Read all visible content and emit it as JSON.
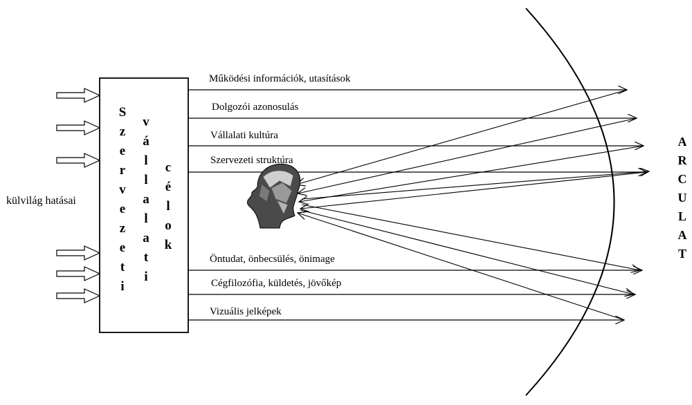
{
  "outer_label": "külvilág hatásai",
  "box_columns": {
    "col1": [
      "S",
      "z",
      "e",
      "r",
      "v",
      "e",
      "z",
      "e",
      "t",
      "i"
    ],
    "col2": [
      "v",
      "á",
      "l",
      "l",
      "a",
      "l",
      "a",
      "t",
      "i"
    ],
    "col3": [
      "c",
      "é",
      "l",
      "o",
      "k"
    ]
  },
  "arrows_top": [
    "Működési információk, utasítások",
    "Dolgozói azonosulás",
    "Vállalati kultúra",
    "Szervezeti struktúra"
  ],
  "arrows_bottom": [
    "Öntudat, önbecsülés, önimage",
    "Cégfilozófia, küldetés, jövőkép",
    "Vizuális jelképek"
  ],
  "arculat": [
    "A",
    "R",
    "C",
    "U",
    "L",
    "A",
    "T"
  ]
}
